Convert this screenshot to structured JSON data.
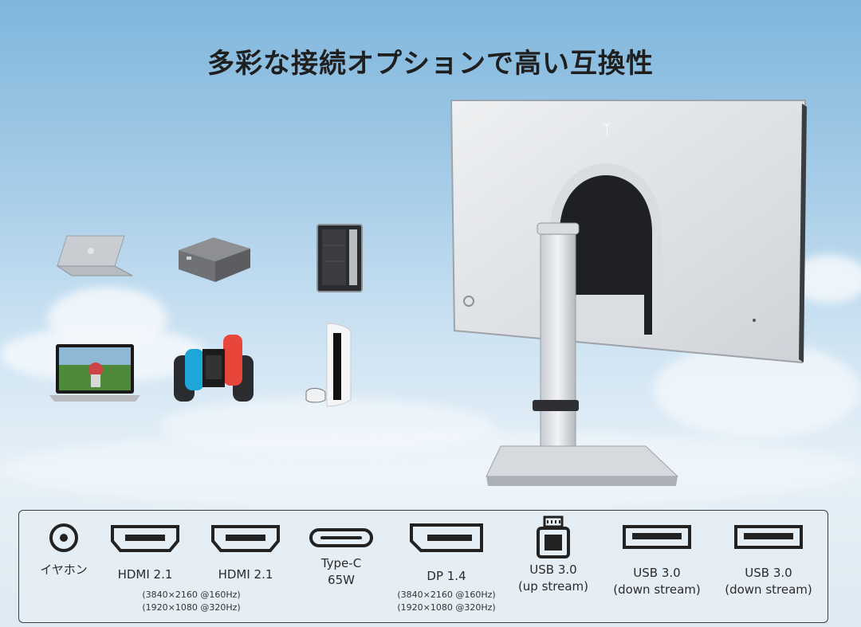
{
  "title": "多彩な接続オプションで高い互換性",
  "devices": [
    {
      "name": "laptop-silver"
    },
    {
      "name": "mini-pc"
    },
    {
      "name": "pc-tower"
    },
    {
      "name": "laptop-game-screen"
    },
    {
      "name": "game-console-handheld"
    },
    {
      "name": "game-console-vertical"
    }
  ],
  "ports": [
    {
      "icon": "audio-jack-icon",
      "label": "イヤホン",
      "sub1": "",
      "sub2": ""
    },
    {
      "icon": "hdmi-icon",
      "label": "HDMI 2.1",
      "sub1": "(3840×2160 @160Hz)",
      "sub2": "(1920×1080 @320Hz)"
    },
    {
      "icon": "hdmi-icon",
      "label": "HDMI 2.1",
      "sub1": "",
      "sub2": ""
    },
    {
      "icon": "type-c-icon",
      "label": "Type-C",
      "label2": "65W",
      "sub1": "",
      "sub2": ""
    },
    {
      "icon": "displayport-icon",
      "label": "DP 1.4",
      "sub1": "(3840×2160 @160Hz)",
      "sub2": "(1920×1080 @320Hz)"
    },
    {
      "icon": "usb-b-icon",
      "label": "USB 3.0",
      "label2": "(up stream)",
      "sub1": "",
      "sub2": ""
    },
    {
      "icon": "usb-a-icon",
      "label": "USB 3.0",
      "label2": "(down stream)",
      "sub1": "",
      "sub2": ""
    },
    {
      "icon": "usb-a-icon",
      "label": "USB 3.0",
      "label2": "(down stream)",
      "sub1": "",
      "sub2": ""
    }
  ]
}
